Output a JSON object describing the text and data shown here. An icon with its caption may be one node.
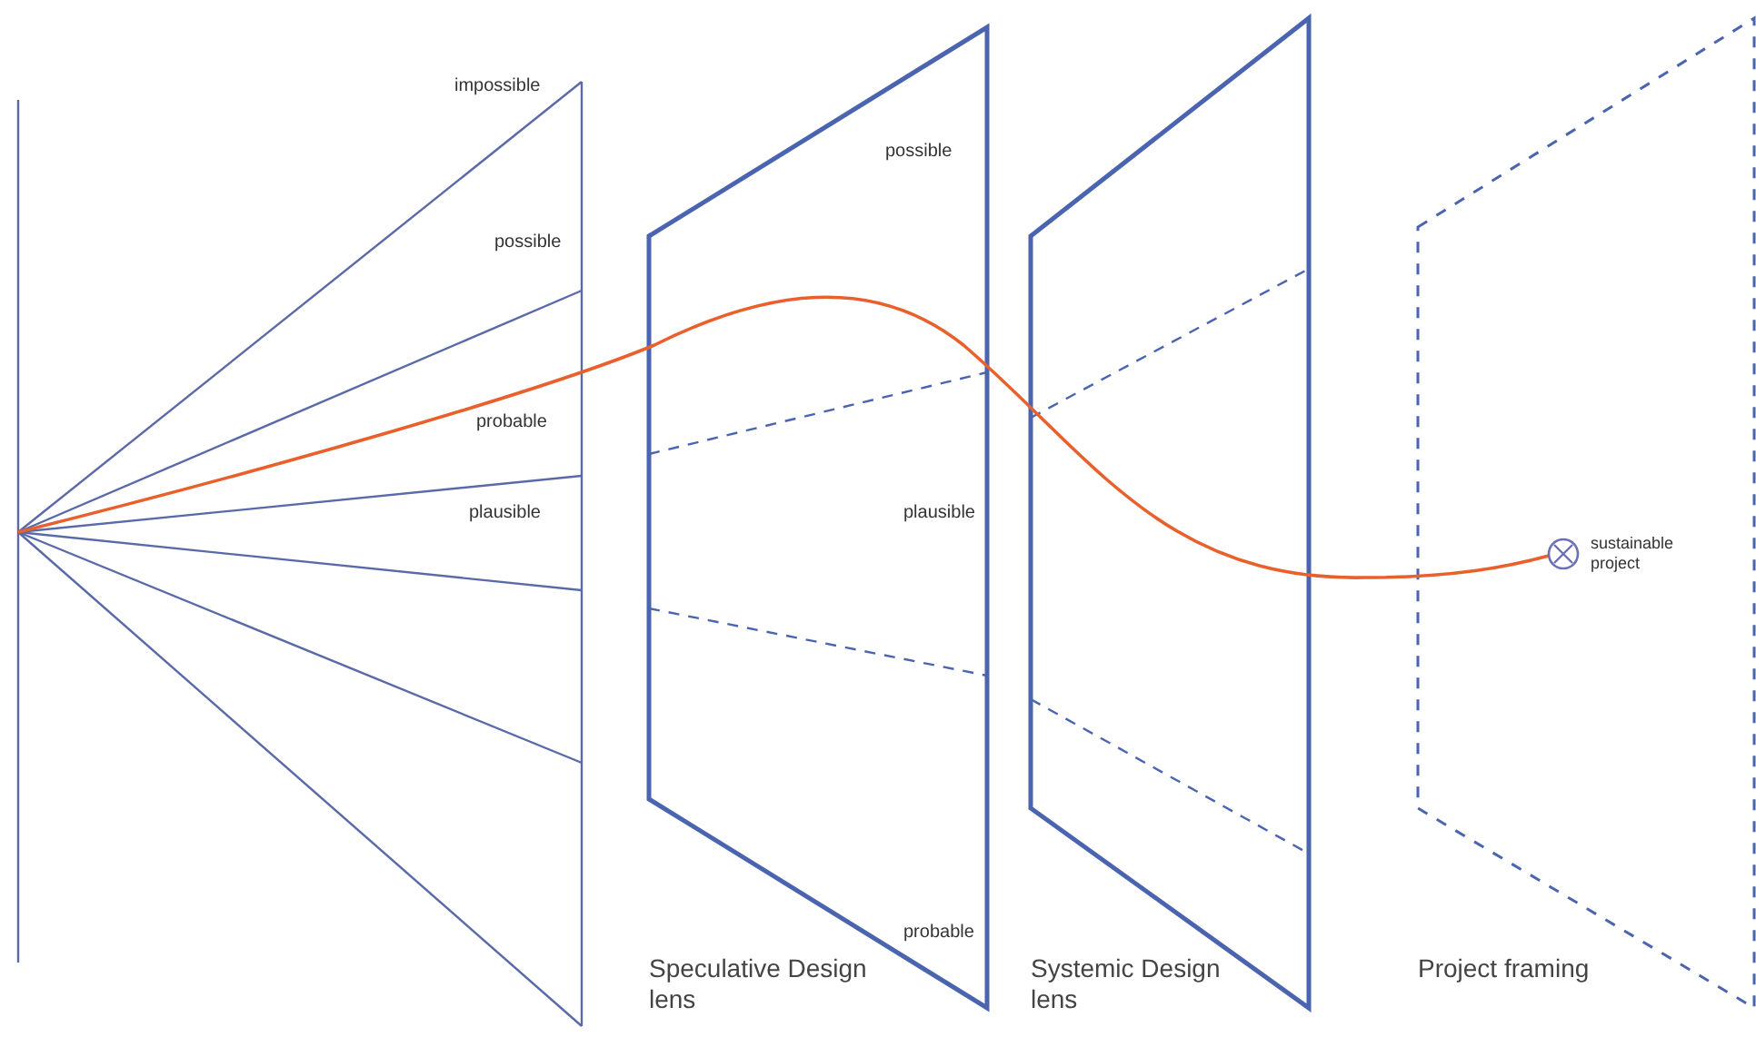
{
  "diagram": {
    "nodes": [
      {
        "text": [
          "possible",
          "plausible",
          "probable",
          "Speculative Design lens"
        ]
      },
      {
        "text": [
          "Systemic Design lens"
        ]
      },
      {
        "text": [
          "Project framing"
        ]
      },
      {
        "text": [],
        "shape": "circle",
        "beside": [
          "sustainable project"
        ],
        "in": 2
      }
    ],
    "edges": [
      {
        "from": null,
        "to": 3,
        "arrow": "none",
        "color": "#e8602c"
      }
    ],
    "labels": [
      "impossible",
      "possible",
      "probable",
      "plausible"
    ]
  }
}
